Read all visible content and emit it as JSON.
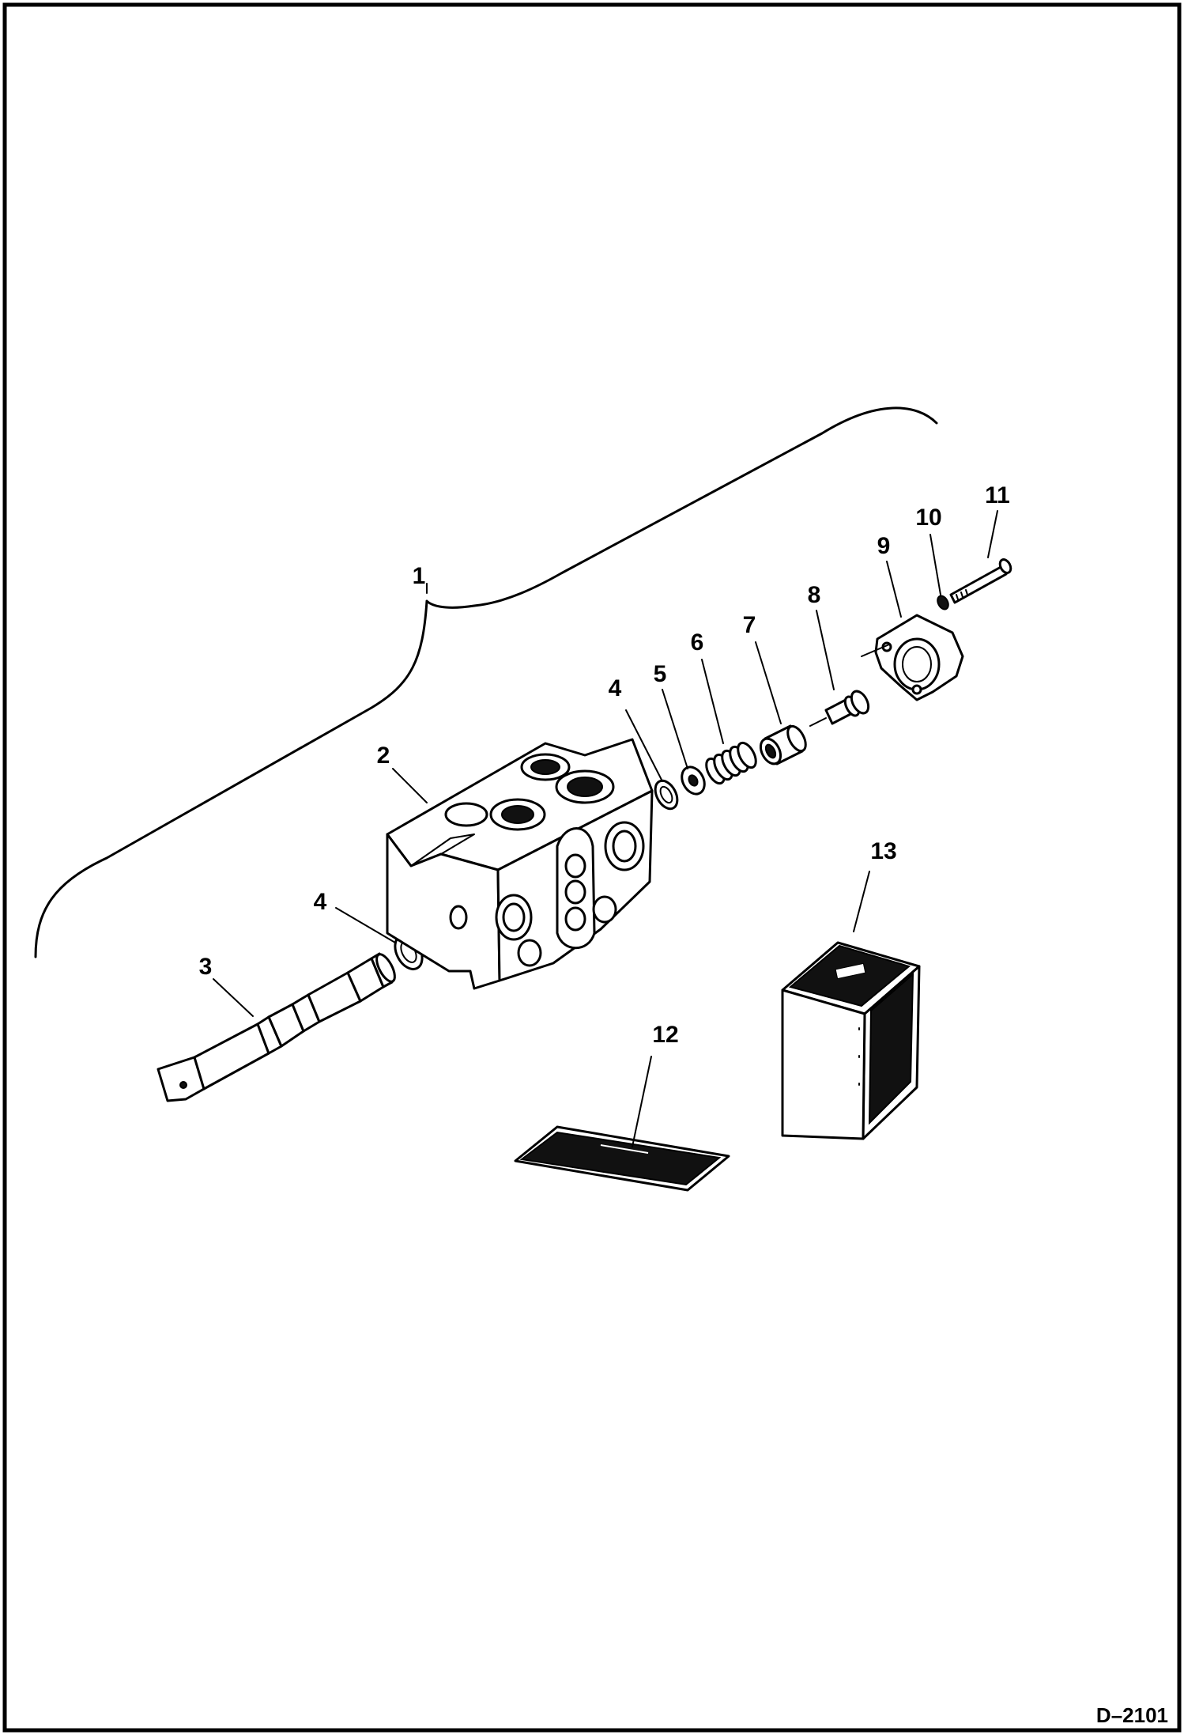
{
  "figure_id": "D–2101",
  "callouts": [
    "1",
    "2",
    "3",
    "4",
    "4",
    "5",
    "6",
    "7",
    "8",
    "9",
    "10",
    "11",
    "12",
    "13"
  ]
}
